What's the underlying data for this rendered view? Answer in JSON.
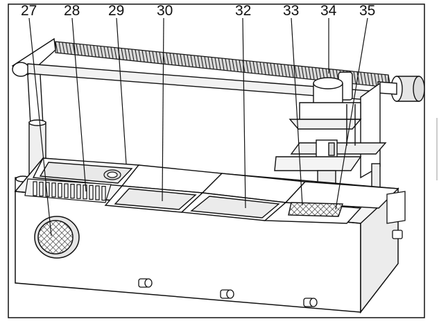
{
  "colors": {
    "line": "#111111",
    "paper": "#ffffff",
    "shade": "#e4e4e4",
    "dark": "#bdbdbd"
  },
  "labels": [
    "27",
    "28",
    "29",
    "30",
    "32",
    "33",
    "34",
    "35"
  ]
}
